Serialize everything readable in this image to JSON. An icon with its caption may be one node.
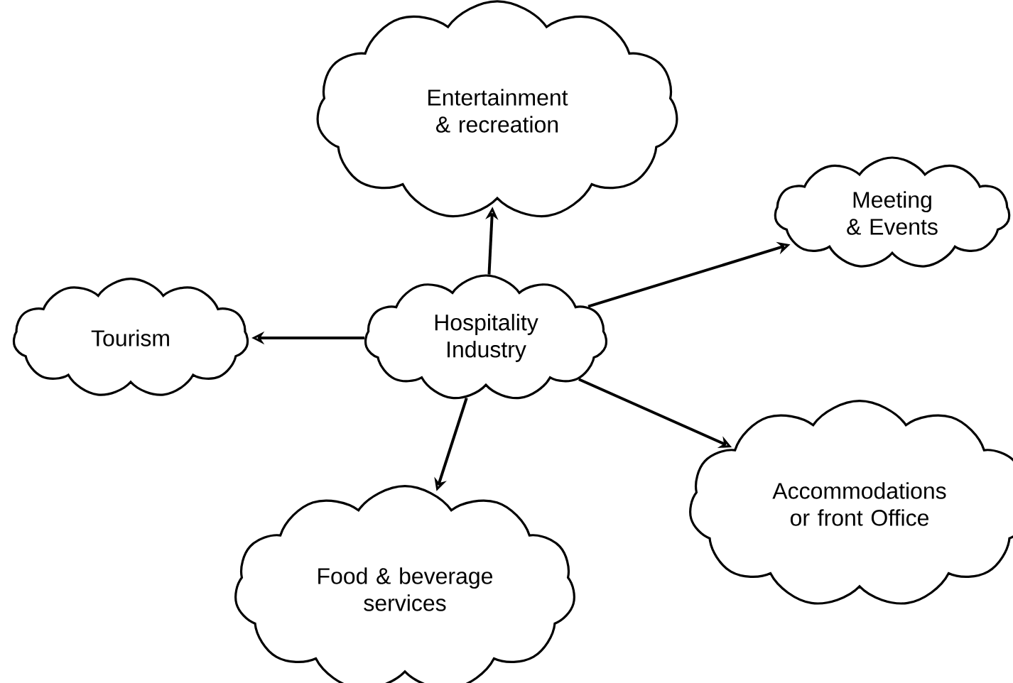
{
  "diagram": {
    "nodes": [
      {
        "text": [
          "Hospitality Industry"
        ]
      },
      {
        "text": [
          "Entertainment & recreation"
        ]
      },
      {
        "text": [
          "Meeting & Events"
        ]
      },
      {
        "text": [
          "Tourism"
        ]
      },
      {
        "text": [
          "Accommodations or front Office"
        ]
      },
      {
        "text": [
          "Food & beverage services"
        ]
      }
    ],
    "edges": [
      {
        "from": 0,
        "to": 1,
        "arrow": "to"
      },
      {
        "from": 0,
        "to": 2,
        "arrow": "to"
      },
      {
        "from": 0,
        "to": 3,
        "arrow": "to"
      },
      {
        "from": 0,
        "to": 4,
        "arrow": "to"
      },
      {
        "from": 0,
        "to": 5,
        "arrow": "to"
      }
    ]
  }
}
